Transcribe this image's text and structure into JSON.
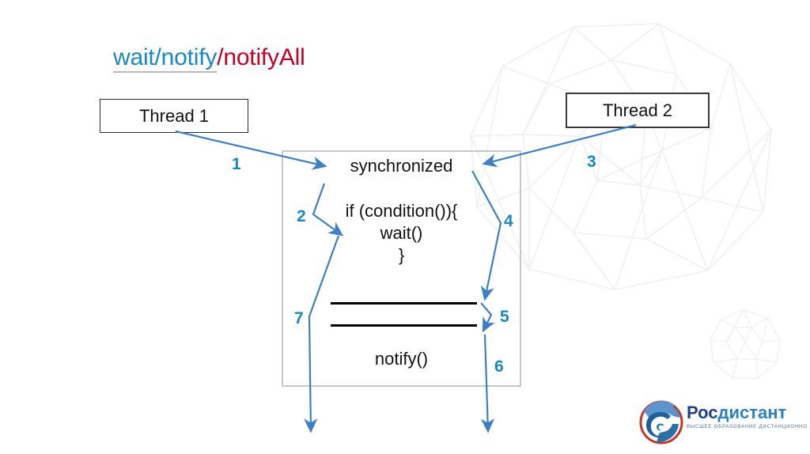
{
  "slide": {
    "title": {
      "part_blue": "wait/notify",
      "part_red": "/notifyAll",
      "blue_hex": "#1b87c0",
      "red_hex": "#c00022"
    },
    "background_decorations": [
      {
        "name": "large-geodesic-sphere",
        "hex": "#f0f0f0"
      },
      {
        "name": "small-geodesic-sphere",
        "hex": "#f2f2f2"
      }
    ]
  },
  "threads": {
    "thread1_label": "Thread 1",
    "thread2_label": "Thread 2"
  },
  "sync_block": {
    "header": "synchronized",
    "code_lines": [
      "if (condition()){",
      "wait()",
      "}"
    ],
    "notify_line": "notify()",
    "separator_count": 2,
    "border_hex": "#c8c8c8"
  },
  "steps": [
    {
      "id": "1",
      "label": "1",
      "describes": "Thread 1 enters synchronized block"
    },
    {
      "id": "2",
      "label": "2",
      "describes": "Thread 1 checks condition and calls wait()"
    },
    {
      "id": "3",
      "label": "3",
      "describes": "Thread 2 enters synchronized block"
    },
    {
      "id": "4",
      "label": "4",
      "describes": "Thread 2 runs to critical section"
    },
    {
      "id": "5",
      "label": "5",
      "describes": "Thread 2 calls notify()"
    },
    {
      "id": "6",
      "label": "6",
      "describes": "Thread 2 exits the monitor"
    },
    {
      "id": "7",
      "label": "7",
      "describes": "Thread 1 resumes and exits the monitor"
    }
  ],
  "arrow_color_hex": "#3f7fc1",
  "logo": {
    "name": "Росдистант",
    "name_prefix": "Рос",
    "name_suffix": "дистант",
    "tagline": "ВЫСШЕЕ ОБРАЗОВАНИЕ ДИСТАНЦИОННО",
    "mark": "globe-swirl-icon"
  }
}
